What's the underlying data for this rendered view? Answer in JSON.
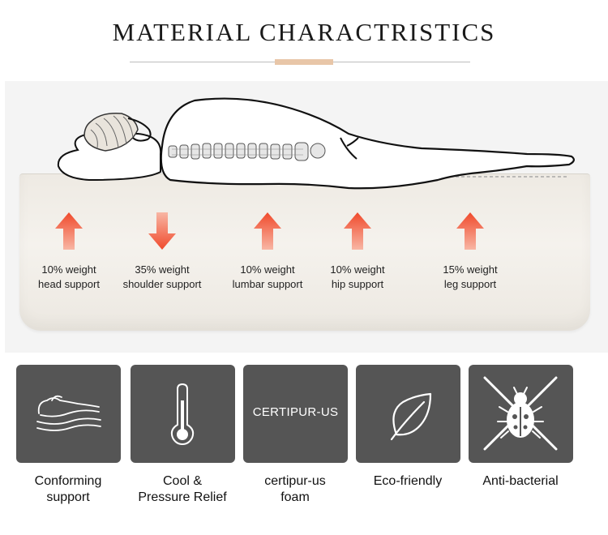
{
  "header": {
    "title": "MATERIAL CHARACTRISTICS"
  },
  "colors": {
    "accent": "#e8c6a8",
    "arrow": "#f04a2c",
    "tile": "#555555"
  },
  "supports": [
    {
      "percent": "10% weight",
      "zone": "head support",
      "direction": "up"
    },
    {
      "percent": "35% weight",
      "zone": "shoulder support",
      "direction": "down"
    },
    {
      "percent": "10% weight",
      "zone": "lumbar support",
      "direction": "up"
    },
    {
      "percent": "10% weight",
      "zone": "hip support",
      "direction": "up"
    },
    {
      "percent": "15% weight",
      "zone": "leg support",
      "direction": "up"
    }
  ],
  "features": [
    {
      "icon": "body-contour-icon",
      "label_line1": "Conforming",
      "label_line2": "support"
    },
    {
      "icon": "thermometer-icon",
      "label_line1": "Cool &",
      "label_line2": "Pressure Relief"
    },
    {
      "icon": "text-badge",
      "tile_text": "CERTIPUR-US",
      "label_line1": "certipur-us",
      "label_line2": "foam"
    },
    {
      "icon": "leaf-icon",
      "label_line1": "Eco-friendly",
      "label_line2": ""
    },
    {
      "icon": "crossed-bug-icon",
      "label_line1": "Anti-bacterial",
      "label_line2": ""
    }
  ]
}
